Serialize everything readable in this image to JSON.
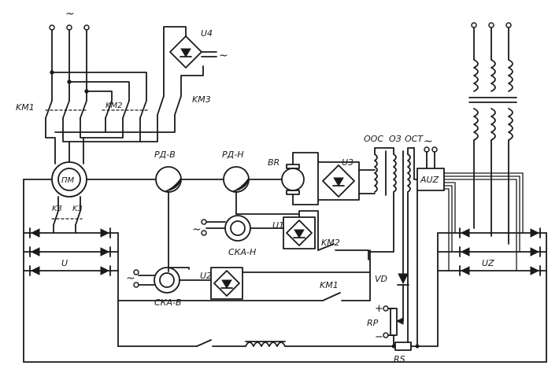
{
  "labels": {
    "ac_top": "~",
    "km1": "KM1",
    "km2_top": "KM2",
    "km3": "KM3",
    "u4": "U4",
    "u4_ac": "~",
    "pm": "ПМ",
    "k3_left": "K3",
    "k3_right": "K3",
    "u_left": "U",
    "rd_v": "РД-В",
    "rd_n": "РД-Н",
    "br": "BR",
    "u3": "U3",
    "oos": "ООС",
    "oz": "ОЗ",
    "ost": "ОСТ",
    "auz_ac": "~",
    "auz": "AUZ",
    "u1": "U1",
    "km2": "KM2",
    "ska_n": "СКА-Н",
    "u1_ac": "~",
    "u2": "U2",
    "ska_v": "СКА-В",
    "u2_ac": "~",
    "km1_bottom": "KM1",
    "vd": "VD",
    "rp": "RP",
    "plus": "+",
    "minus": "−",
    "rs": "RS",
    "uz": "UZ"
  }
}
